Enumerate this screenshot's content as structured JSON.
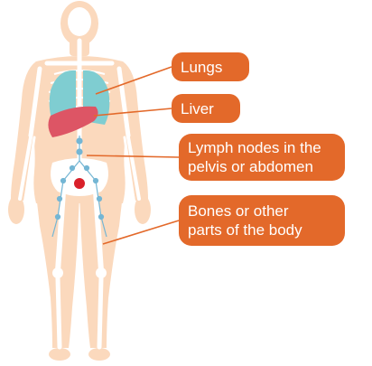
{
  "labels": {
    "lungs": "Lungs",
    "liver": "Liver",
    "lymph_line1": "Lymph nodes in the",
    "lymph_line2": "pelvis or abdomen",
    "bones_line1": "Bones or other",
    "bones_line2": "parts of the body"
  },
  "colors": {
    "body": "#fbd9bd",
    "bone": "#ffffff",
    "lungs": "#7fcdd1",
    "liver": "#dd5565",
    "lymph": "#74b6d4",
    "prostate": "#d9202a",
    "accent": "#e3692a"
  }
}
